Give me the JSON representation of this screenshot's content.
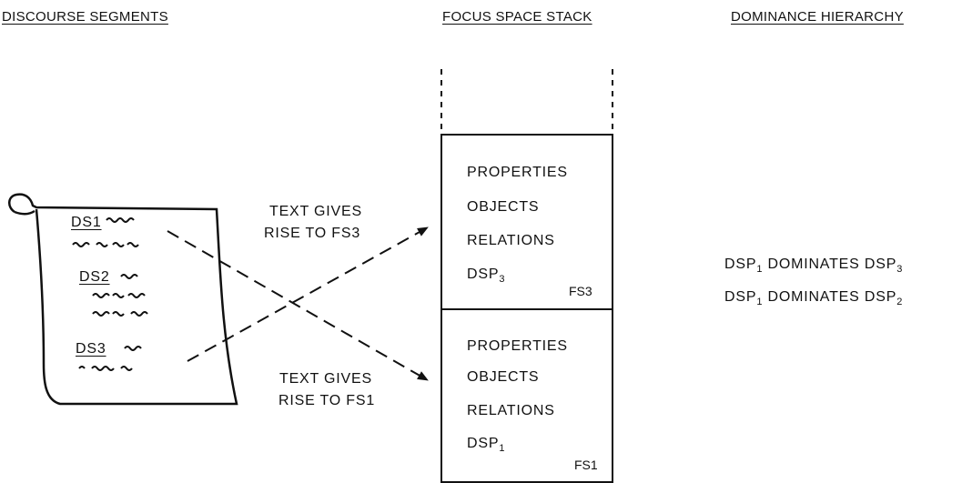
{
  "headers": {
    "discourse_segments": "DISCOURSE SEGMENTS",
    "focus_space_stack": "FOCUS SPACE STACK",
    "dominance_hierarchy": "DOMINANCE HIERARCHY"
  },
  "segments": [
    {
      "label": "DS1"
    },
    {
      "label": "DS2"
    },
    {
      "label": "DS3"
    }
  ],
  "arrow_labels": {
    "fs3": [
      "TEXT GIVES",
      "RISE TO FS3"
    ],
    "fs1": [
      "TEXT GIVES",
      "RISE TO FS1"
    ]
  },
  "focus_spaces": [
    {
      "id": "FS3",
      "items": [
        "PROPERTIES",
        "OBJECTS",
        "RELATIONS"
      ],
      "dsp_base": "DSP",
      "dsp_sub": "3"
    },
    {
      "id": "FS1",
      "items": [
        "PROPERTIES",
        "OBJECTS",
        "RELATIONS"
      ],
      "dsp_base": "DSP",
      "dsp_sub": "1"
    }
  ],
  "dominance": [
    {
      "a_base": "DSP",
      "a_sub": "1",
      "verb": "DOMINATES",
      "b_base": "DSP",
      "b_sub": "3"
    },
    {
      "a_base": "DSP",
      "a_sub": "1",
      "verb": "DOMINATES",
      "b_base": "DSP",
      "b_sub": "2"
    }
  ]
}
